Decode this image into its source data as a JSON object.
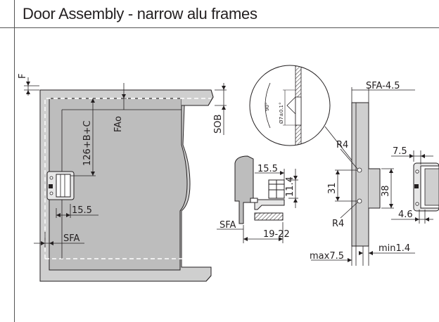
{
  "title": "Door Assembly - narrow alu frames",
  "colors": {
    "frame_fill": "#cfcfcf",
    "door_fill": "#bdbdbd",
    "line": "#231f20",
    "dash": "#ffffff"
  },
  "labels": {
    "F": "F",
    "SOB": "SOB",
    "FAo": "FAo",
    "dim_126": "126+B+C",
    "dim_15_5_left": "15.5",
    "SFA_left": "SFA",
    "detail_90": "90°",
    "detail_bore": "Ø7±0.1°",
    "dim_15_5_mid": "15.5",
    "dim_11_4": "11.4",
    "SFA_mid": "SFA",
    "dim_19_22": "19-22",
    "SFA_4_5": "SFA-4.5",
    "R4_top": "R4",
    "R4_bottom": "R4",
    "dim_31": "31",
    "dim_38": "38",
    "max7_5": "max7.5",
    "min1_4": "min1.4",
    "dim_7_5": "7.5",
    "dim_4_6": "4.6"
  }
}
